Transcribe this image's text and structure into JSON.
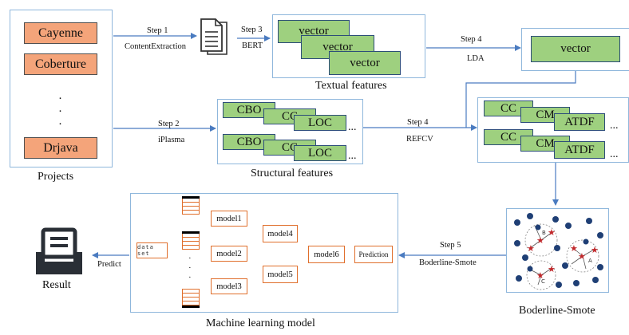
{
  "projects": {
    "items": [
      "Cayenne",
      "Coberture",
      "Drjava"
    ],
    "ellipsis": [
      "·",
      "·",
      "·"
    ],
    "caption": "Projects"
  },
  "steps": {
    "step1": {
      "step": "Step 1",
      "method": "ContentExtraction"
    },
    "step2": {
      "step": "Step 2",
      "method": "iPlasma"
    },
    "step3": {
      "step": "Step 3",
      "method": "BERT"
    },
    "step4_lda": {
      "step": "Step 4",
      "method": "LDA"
    },
    "step4_refcv": {
      "step": "Step 4",
      "method": "REFCV"
    },
    "step5": {
      "step": "Step 5",
      "method": "Boderline-Smote"
    }
  },
  "textual": {
    "vectors": [
      "vector",
      "vector",
      "vector"
    ],
    "caption": "Textual features"
  },
  "lda_output": {
    "vector": "vector"
  },
  "structural": {
    "row1": [
      "CBO",
      "CC",
      "LOC"
    ],
    "row2": [
      "CBO",
      "CC",
      "LOC"
    ],
    "ellipsis": "...",
    "caption": "Structural features"
  },
  "selected": {
    "row1": [
      "CC",
      "CM",
      "ATDF"
    ],
    "row2": [
      "CC",
      "CM",
      "ATDF"
    ],
    "ellipsis": "..."
  },
  "smote": {
    "caption": "Boderline-Smote",
    "cluster_labels": [
      "B",
      "A",
      "C"
    ]
  },
  "ml": {
    "dataset": "data set",
    "models_level1": [
      "model1",
      "model2",
      "model3"
    ],
    "models_level2": [
      "model4",
      "model5"
    ],
    "model_final": "model6",
    "prediction": "Prediction",
    "caption": "Machine learning model"
  },
  "result": {
    "predict": "Predict",
    "caption": "Result"
  },
  "colors": {
    "frame": "#8fb7dc",
    "arrow": "#4a7bc0",
    "orange_fill": "#f4a47a",
    "green_fill": "#9ed07f",
    "model_border": "#e06f2c",
    "scatter_dot": "#1f3f75",
    "scatter_star": "#c0282b"
  },
  "icons": [
    "document-icon",
    "printer-icon",
    "data-stack-icon"
  ]
}
